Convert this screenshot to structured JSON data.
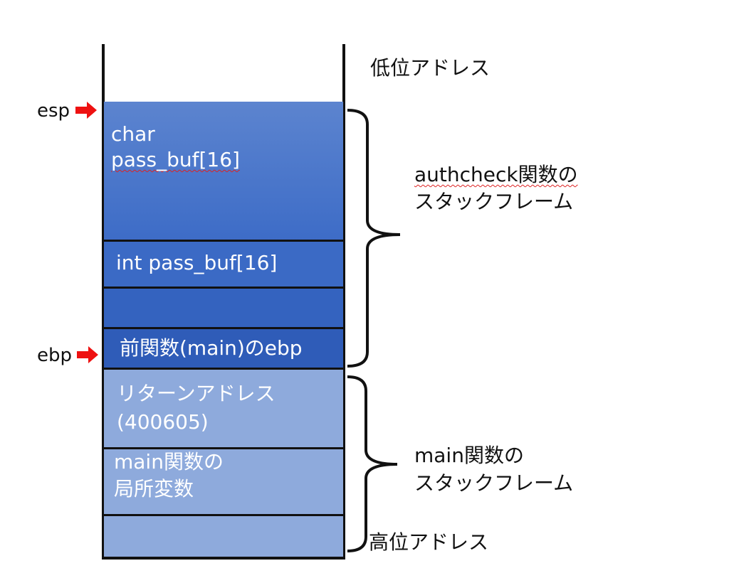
{
  "labels": {
    "low_address": "低位アドレス",
    "high_address": "高位アドレス",
    "esp": "esp",
    "ebp": "ebp",
    "authcheck_frame_line1": "authcheck関数の",
    "authcheck_frame_line2": "スタックフレーム",
    "main_frame_line1": "main関数の",
    "main_frame_line2": "スタックフレーム"
  },
  "cells": {
    "char_buf_line1": "char",
    "char_buf_line2": "pass_buf[16]",
    "int_buf": "int pass_buf[16]",
    "prev_ebp": "前関数(main)のebp",
    "return_address_line1": "リターンアドレス",
    "return_address_line2": "(400605)",
    "main_locals_line1": "main関数の",
    "main_locals_line2": "局所変数"
  },
  "colors": {
    "authcheck_top": "#5b82cc",
    "authcheck_bottom": "#3c6bc6",
    "authcheck_dark": "#305dbb",
    "main_frame": "#8eaadc",
    "arrow": "#ee1111"
  }
}
